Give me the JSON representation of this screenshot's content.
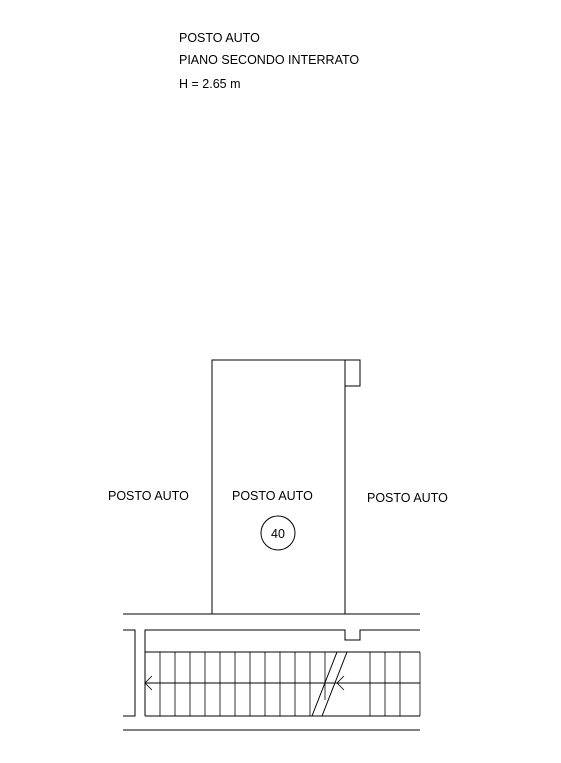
{
  "header": {
    "line1": "POSTO AUTO",
    "line2": "PIANO SECONDO INTERRATO",
    "line3": "H = 2.65 m"
  },
  "spaces": {
    "left_label": "POSTO AUTO",
    "center_label": "POSTO AUTO",
    "right_label": "POSTO AUTO",
    "space_number": "40"
  }
}
